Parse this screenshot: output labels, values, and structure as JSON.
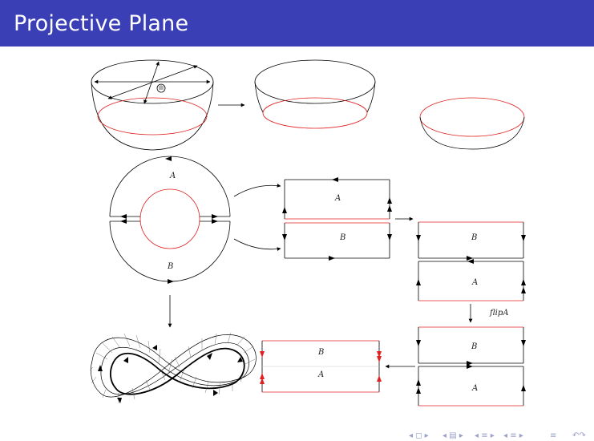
{
  "slide": {
    "title": "Projective Plane"
  },
  "labels": {
    "annulus_top": "A",
    "annulus_bottom": "B",
    "rect_a": "A",
    "rect_b": "B",
    "stack1_b": "B",
    "stack1_a": "A",
    "flip": "flipA",
    "stack2_b": "B",
    "stack2_a": "A",
    "final_b": "B",
    "final_a": "A"
  },
  "nav": {
    "icons": [
      "nav-first-icon",
      "nav-prev-frame-icon",
      "nav-prev-section-icon",
      "nav-prev-slide-icon",
      "nav-next-slide-icon",
      "nav-next-section-icon",
      "nav-align-icon",
      "nav-search-icon"
    ]
  },
  "colors": {
    "title_bar": "#3b3fb6",
    "red": "#e02020",
    "ink": "#000000"
  }
}
